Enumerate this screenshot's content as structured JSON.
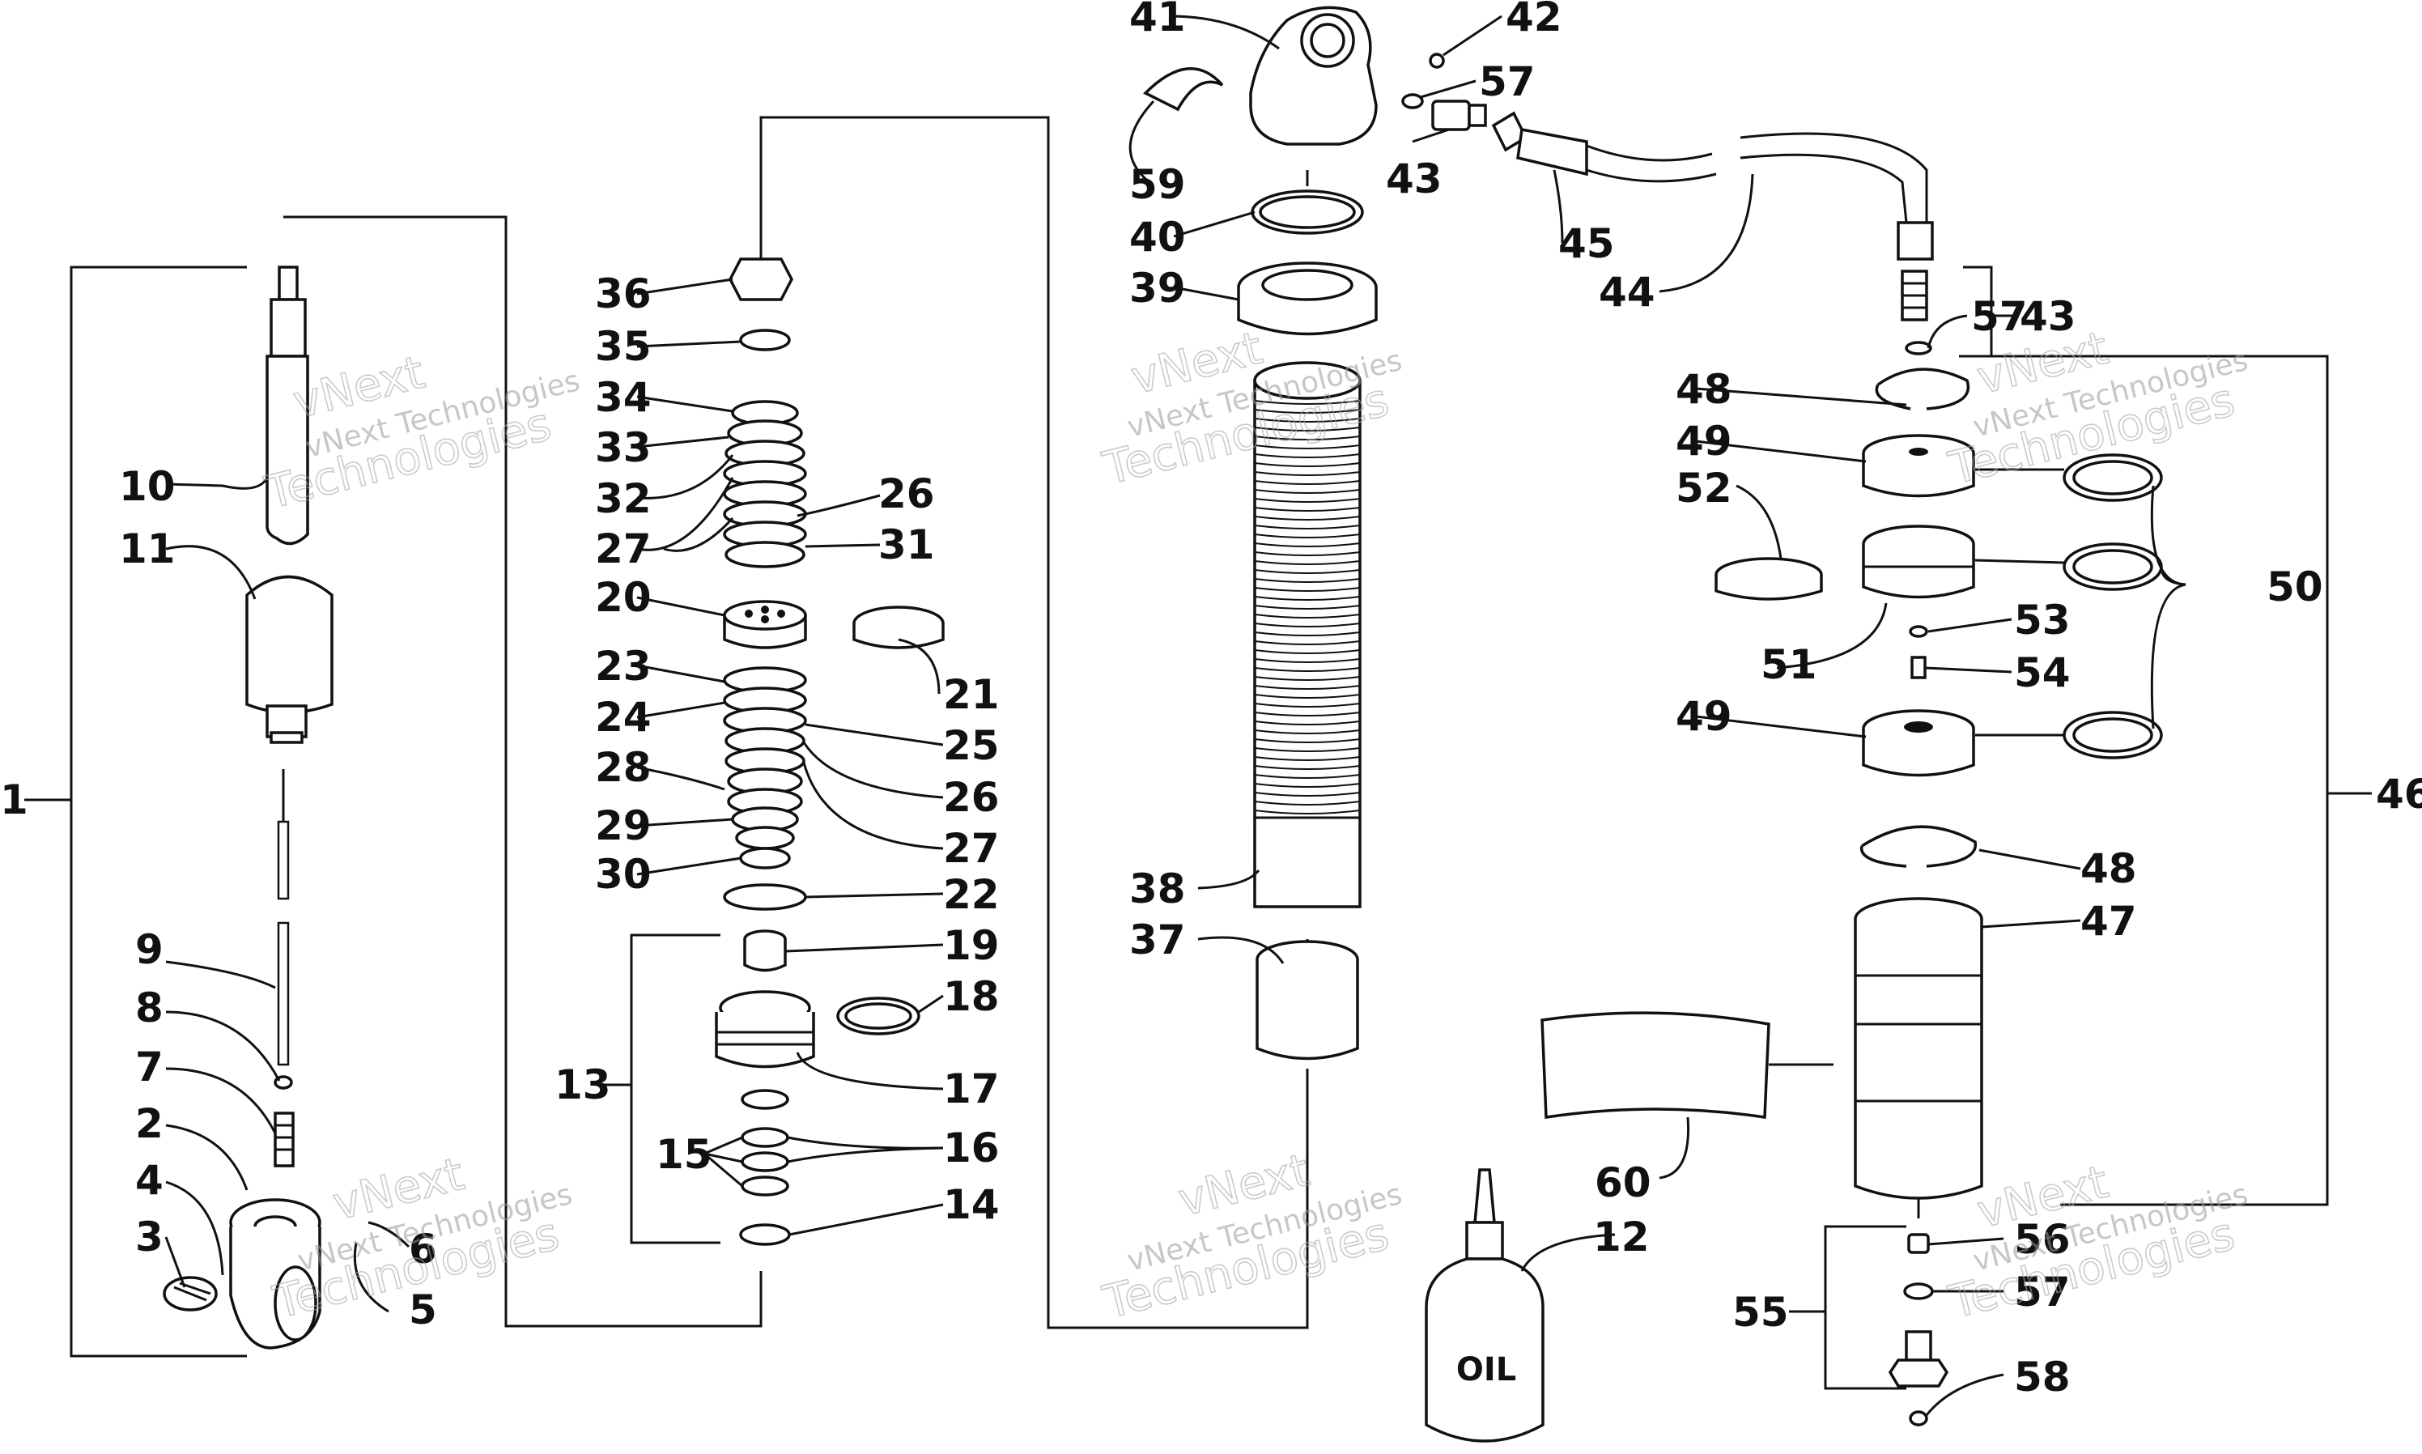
{
  "watermark": {
    "line1": "vNext Technologies",
    "line2": "vNext",
    "line3": "Technologies"
  },
  "oil_label": "OIL",
  "labels": {
    "p1": "1",
    "p2": "2",
    "p3": "3",
    "p4": "4",
    "p5": "5",
    "p6": "6",
    "p7": "7",
    "p8": "8",
    "p9": "9",
    "p10": "10",
    "p11": "11",
    "p12": "12",
    "p13": "13",
    "p14": "14",
    "p15": "15",
    "p16a": "16",
    "p17": "17",
    "p18": "18",
    "p19": "19",
    "p20": "20",
    "p21": "21",
    "p22": "22",
    "p23": "23",
    "p24": "24",
    "p25": "25",
    "p26a": "26",
    "p26b": "26",
    "p27a": "27",
    "p27b": "27",
    "p28": "28",
    "p29": "29",
    "p30": "30",
    "p31": "31",
    "p32": "32",
    "p33": "33",
    "p34": "34",
    "p35": "35",
    "p36": "36",
    "p37": "37",
    "p38": "38",
    "p39": "39",
    "p40": "40",
    "p41": "41",
    "p42": "42",
    "p43a": "43",
    "p43b": "43",
    "p44": "44",
    "p45": "45",
    "p46": "46",
    "p47": "47",
    "p48a": "48",
    "p48b": "48",
    "p49a": "49",
    "p49b": "49",
    "p50": "50",
    "p51": "51",
    "p52": "52",
    "p53": "53",
    "p54": "54",
    "p55": "55",
    "p56": "56",
    "p57a": "57",
    "p57b": "57",
    "p57c": "57",
    "p58": "58",
    "p59": "59",
    "p60": "60"
  }
}
